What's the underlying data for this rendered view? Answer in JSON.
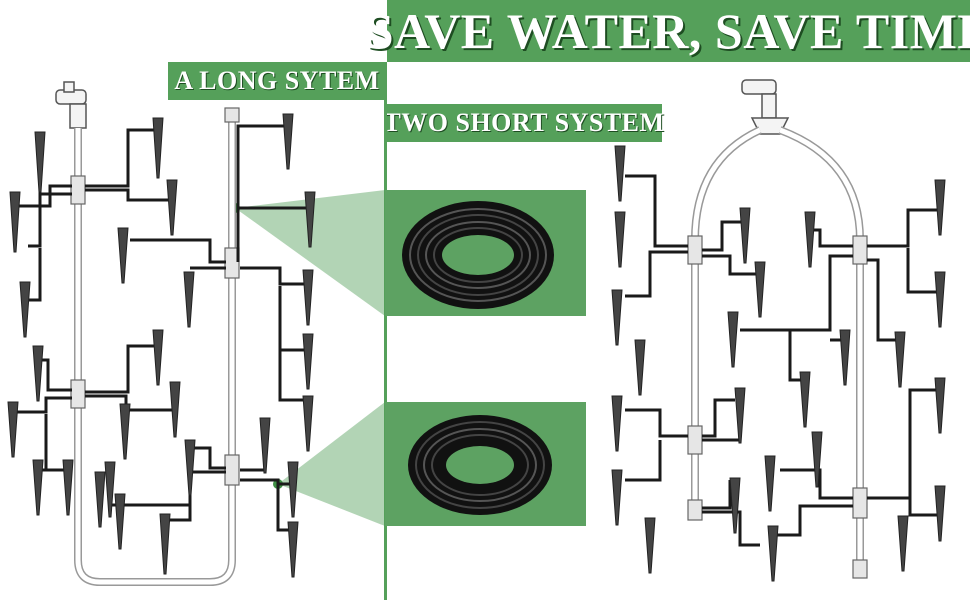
{
  "headline": "SAVE WATER, SAVE TIME",
  "label_long": "A  LONG SYTEM",
  "label_short": "TWO SHORT SYSTEM",
  "colors": {
    "accent": "#55a05a",
    "tubing": "#1a1a1a",
    "pipe": "#999999"
  },
  "icons": [
    "faucet-icon",
    "faucet-y-splitter-icon",
    "drip-stake-icon",
    "tubing-coil-icon"
  ]
}
